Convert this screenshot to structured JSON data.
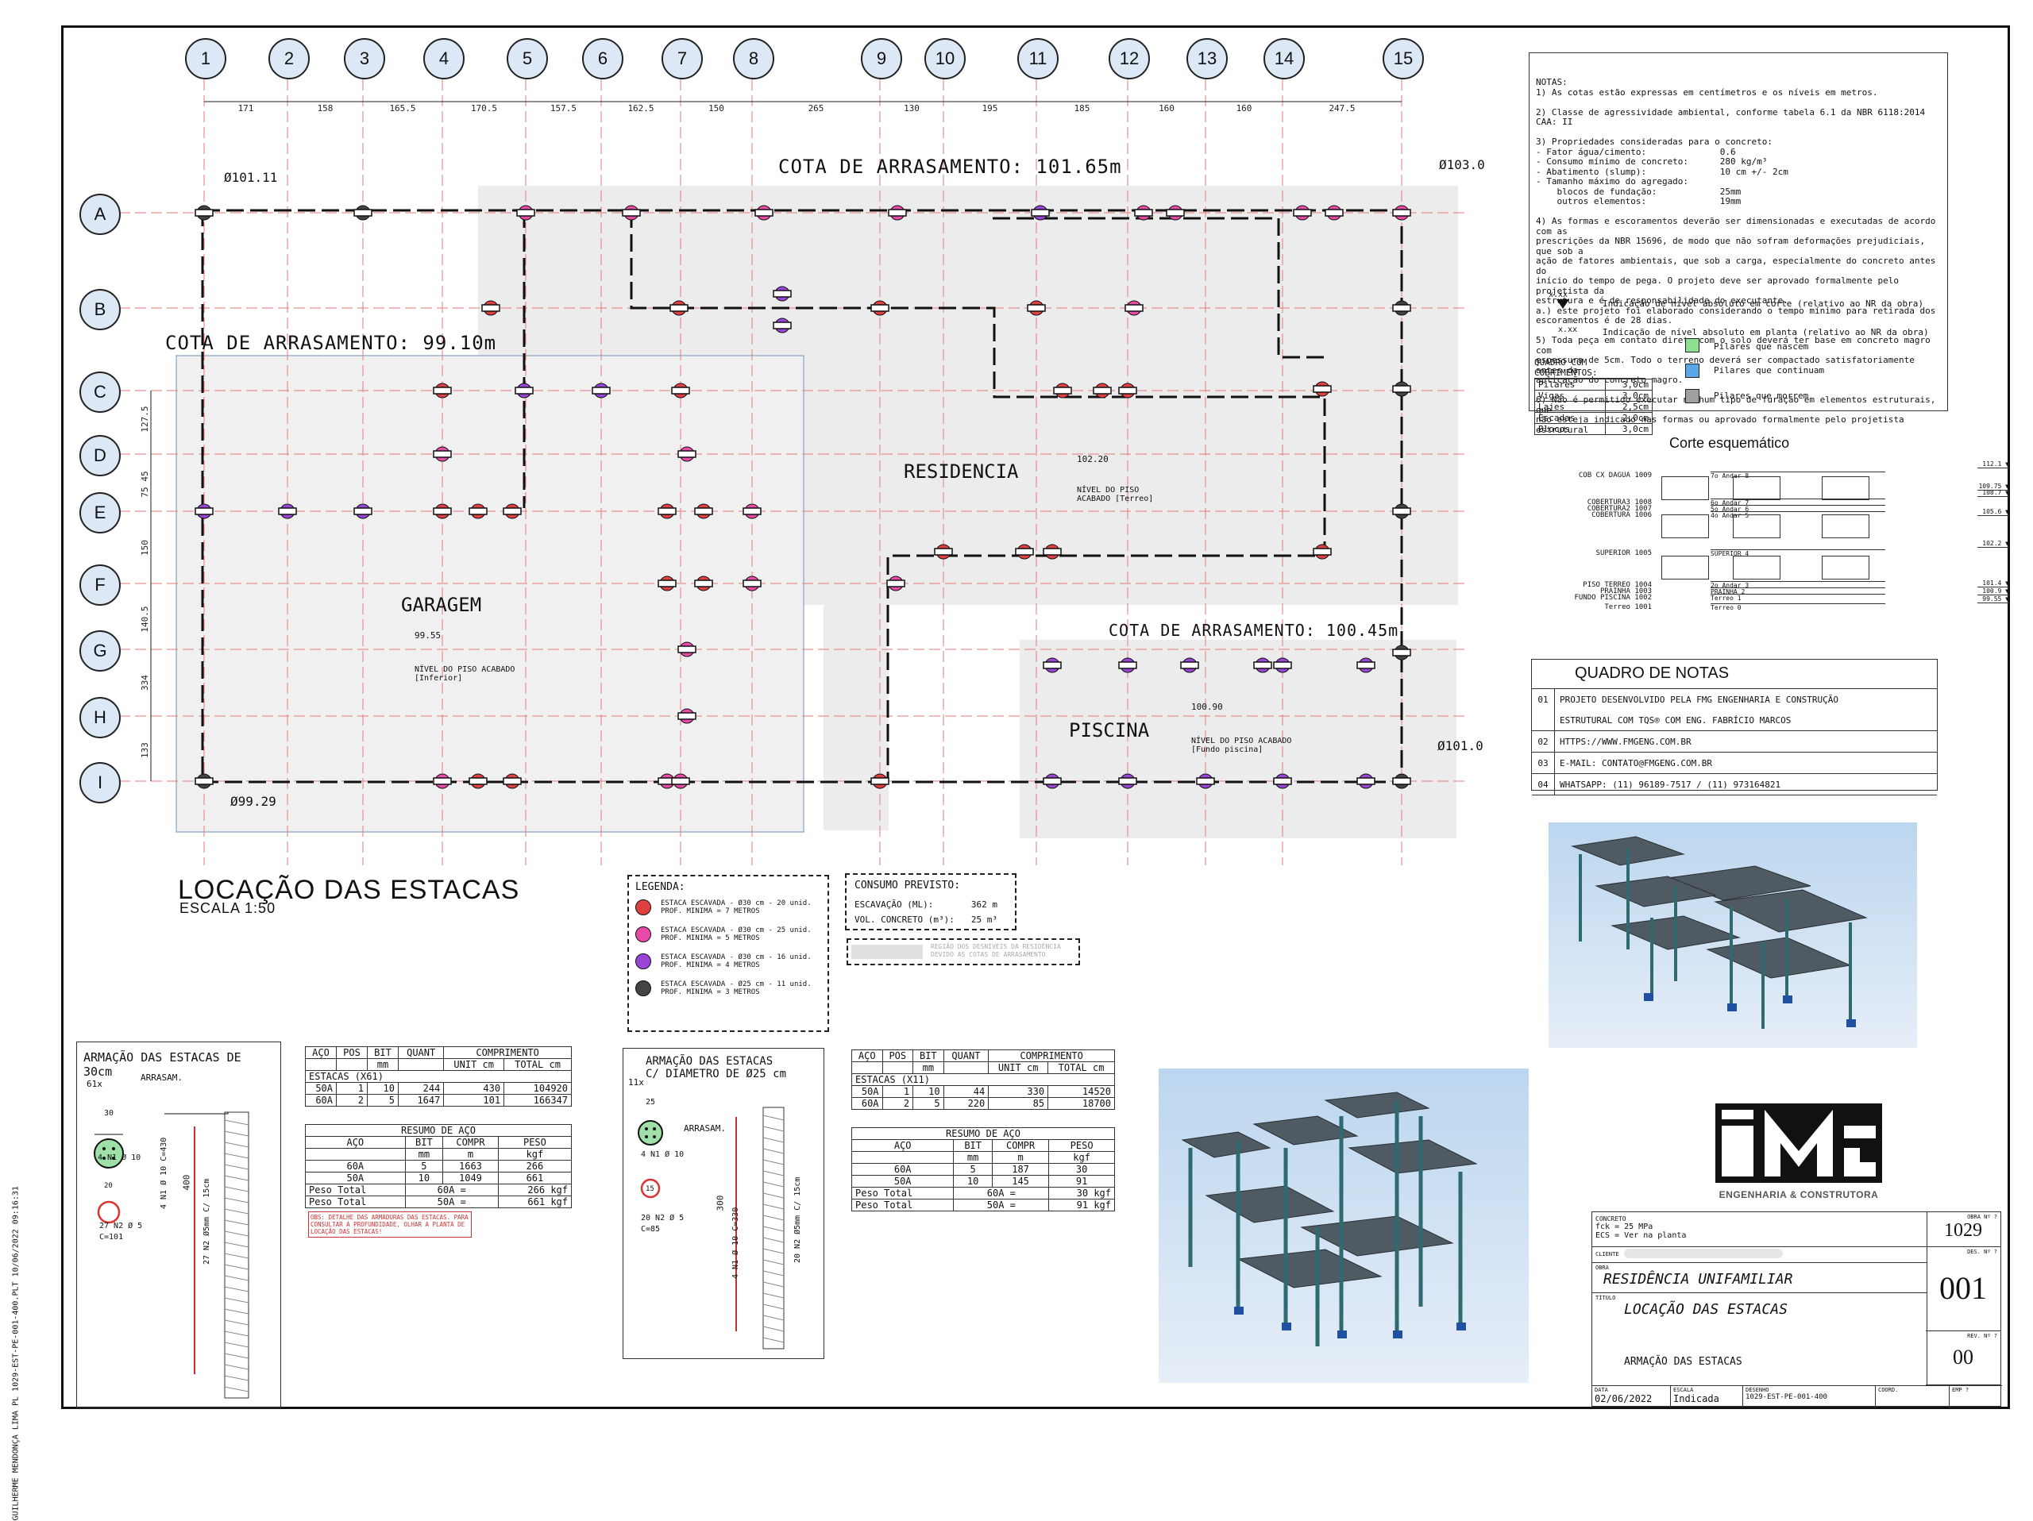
{
  "side_text": "GUILHERME MENDONÇA LIMA PL 1029-EST-PE-001-400.PLT 10/06/2022 09:16:31",
  "columns": [
    "1",
    "2",
    "3",
    "4",
    "5",
    "6",
    "7",
    "8",
    "9",
    "10",
    "11",
    "12",
    "13",
    "14",
    "15"
  ],
  "rows": [
    "A",
    "B",
    "C",
    "D",
    "E",
    "F",
    "G",
    "H",
    "I"
  ],
  "dimensions_top": [
    "171",
    "158",
    "165.5",
    "170.5",
    "157.5",
    "162.5",
    "150",
    "265",
    "130",
    "195",
    "185",
    "160",
    "160",
    "247.5"
  ],
  "dimensions_left": [
    "127.5",
    "45",
    "75",
    "150",
    "140.5",
    "334",
    "133"
  ],
  "cota_residencia": "COTA DE ARRASAMENTO: 101.65m",
  "cota_garagem": "COTA DE ARRASAMENTO: 99.10m",
  "cota_piscina": "COTA DE ARRASAMENTO: 100.45m",
  "level_tl": "Ø101.11",
  "level_tr": "Ø103.0",
  "level_bl": "Ø99.29",
  "level_br": "Ø101.0",
  "area_residencia": "RESIDENCIA",
  "area_garagem": "GARAGEM",
  "area_piscina": "PISCINA",
  "nivel_res_value": "102.20",
  "nivel_res_text": "NÍVEL DO PISO ACABADO [Terreo]",
  "nivel_gar_value": "99.55",
  "nivel_gar_text": "NÍVEL DO PISO ACABADO [Inferior]",
  "nivel_pis_value": "100.90",
  "nivel_pis_text": "NÍVEL DO PISO ACABADO [Fundo piscina]",
  "main_title": "LOCAÇÃO DAS ESTACAS",
  "main_scale": "ESCALA 1:50",
  "notes": "NOTAS:\n1) As cotas estão expressas em centímetros e os níveis em metros.\n\n2) Classe de agressividade ambiental, conforme tabela 6.1 da NBR 6118:2014 CAA: II\n\n3) Propriedades consideradas para o concreto:\n- Fator água/cimento:              0.6\n- Consumo mínimo de concreto:      280 kg/m³\n- Abatimento (slump):              10 cm +/- 2cm\n- Tamanho máximo do agregado:\n    blocos de fundação:            25mm\n    outros elementos:              19mm\n\n4) As formas e escoramentos deverão ser dimensionadas e executadas de acordo com as\nprescrições da NBR 15696, de modo que não sofram deformações prejudiciais, que sob a\nação de fatores ambientais, que sob a carga, especialmente do concreto antes do\ninício do tempo de pega. O projeto deve ser aprovado formalmente pelo projetista da\nestrutura e é de responsabilidade do executante.\na.) este projeto foi elaborado considerando o tempo mínimo para retirada dos\nescoramentos é de 28 dias.\n\n5) Toda peça em contato direto com o solo deverá ter base em concreto magro com\nespessura de 5cm. Todo o terreno deverá ser compactado satisfatoriamente antes da\naplicação do concreto magro.\n\n6) Não é permitido executar nenhum tipo de furação em elementos estruturais, que\nnão esteja indicado nas formas ou aprovado formalmente pelo projetista estrutural",
  "legend_level_corte": "Indicação de nível absoluto em corte (relativo ao NR da obra)",
  "legend_level_planta": "Indicação de nível absoluto em planta (relativo ao NR da obra)",
  "legend_xx": "x.xx",
  "cobrimentos_title": "QUADRO COM COBRIMENTOS:",
  "cobrimentos": [
    [
      "Pilares",
      "3,0cm"
    ],
    [
      "Vigas",
      "3,0cm"
    ],
    [
      "Lajes",
      "2,5cm"
    ],
    [
      "Escadas",
      "2,0cm"
    ],
    [
      "Blocos",
      "3,0cm"
    ]
  ],
  "pilares_nascem": "Pilares que nascem",
  "pilares_continuam": "Pilares que continuam",
  "pilares_morrem": "Pilares que morrem",
  "color_nascem": "#8ee08e",
  "color_continuam": "#5aa9e6",
  "color_morrem": "#a0a0a0",
  "corte_title": "Corte esquemático",
  "corte_levels": [
    {
      "label": "COB CX DAGUA",
      "code": "1009",
      "floor": "7o Andar",
      "n": "8"
    },
    {
      "label": "COBERTURA3",
      "code": "1008",
      "floor": "6o Andar",
      "n": "7"
    },
    {
      "label": "COBERTURA2",
      "code": "1007",
      "floor": "5o Andar",
      "n": "6"
    },
    {
      "label": "COBERTURA",
      "code": "1006",
      "floor": "4o Andar",
      "n": "5"
    },
    {
      "label": "SUPERIOR",
      "code": "1005",
      "floor": "SUPERIOR",
      "n": "4"
    },
    {
      "label": "PISO TERREO",
      "code": "1004",
      "floor": "2o Andar",
      "n": "3"
    },
    {
      "label": "PRAINHA",
      "code": "1003",
      "floor": "PRAINHA",
      "n": "2"
    },
    {
      "label": "FUNDO PISCINA",
      "code": "1002",
      "floor": "Terreo",
      "n": "1"
    },
    {
      "label": "Terreo",
      "code": "1001",
      "floor": "Terreo",
      "n": "0"
    }
  ],
  "corte_right_levels": [
    "112.1",
    "109.75",
    "108.7",
    "105.6",
    "102.2",
    "101.4",
    "100.9",
    "99.55"
  ],
  "quadro_notas_title": "QUADRO DE NOTAS",
  "quadro_notas": [
    {
      "n": "01",
      "text": "PROJETO DESENVOLVIDO PELA FMG ENGENHARIA E CONSTRUÇÃO"
    },
    {
      "n": "",
      "text": "ESTRUTURAL COM TQS® COM ENG. FABRÍCIO MARCOS"
    },
    {
      "n": "02",
      "text": "HTTPS://WWW.FMGENG.COM.BR"
    },
    {
      "n": "03",
      "text": "E-MAIL: CONTATO@FMGENG.COM.BR"
    },
    {
      "n": "04",
      "text": "WHATSAPP: (11) 96189-7517 / (11) 973164821"
    }
  ],
  "legenda_title": "LEGENDA:",
  "legenda_items": [
    {
      "text": "ESTACA ESCAVADA - Ø30 cm - 20 unid.",
      "sub": "PROF. MINIMA = 7 METROS",
      "color": "#e04040"
    },
    {
      "text": "ESTACA ESCAVADA - Ø30 cm - 25 unid.",
      "sub": "PROF. MINIMA = 5 METROS",
      "color": "#e94aa8"
    },
    {
      "text": "ESTACA ESCAVADA - Ø30 cm - 16 unid.",
      "sub": "PROF. MINIMA = 4 METROS",
      "color": "#9a44d8"
    },
    {
      "text": "ESTACA ESCAVADA - Ø25 cm - 11 unid.",
      "sub": "PROF. MINIMA = 3 METROS",
      "color": "#444444"
    }
  ],
  "consumo_title": "CONSUMO PREVISTO:",
  "consumo_escav_label": "ESCAVAÇÃO (ML):",
  "consumo_escav_value": "362 m",
  "consumo_vol_label": "VOL. CONCRETO (m³):",
  "consumo_vol_value": "25 m³",
  "regiao_text": "REGIÃO DOS DESNÍVEIS DA RESIDÊNCIA",
  "regiao_text2": "DEVIDO AS COTAS DE ARRASAMENTO",
  "arm30_title": "ARMAÇÃO DAS ESTACAS DE 30cm",
  "arm30_qty": "61x",
  "arm30_arrasam": "ARRASAM.",
  "arm30_dim": "30",
  "arm30_n1": "4 N1 Ø 10",
  "arm30_n2": "27 N2 Ø 5",
  "arm30_c": "C=101",
  "arm30_n2_dim": "20",
  "arm30_len": "400",
  "arm30_vert1": "4 N1 Ø 10 C=430",
  "arm30_vert2": "27 N2 Ø5mm C/ 15cm",
  "arm25_title": "ARMAÇÃO DAS ESTACAS",
  "arm25_title2": "C/ DIAMETRO DE Ø25 cm",
  "arm25_qty": "11x",
  "arm25_arrasam": "ARRASAM.",
  "arm25_dim": "25",
  "arm25_n1": "4 N1 Ø 10",
  "arm25_n2": "20 N2 Ø 5",
  "arm25_c": "C=85",
  "arm25_n2_dim": "15",
  "arm25_len": "300",
  "arm25_vert1": "4 N1 Ø 10 C=330",
  "arm25_vert2": "20 N2 Ø5mm C/ 15cm",
  "table1_head": [
    "AÇO",
    "POS",
    "BIT",
    "QUANT",
    "COMPRIMENTO"
  ],
  "table1_sub": [
    "",
    "",
    "mm",
    "",
    "UNIT cm",
    "TOTAL cm"
  ],
  "table1_group": "ESTACAS   (X61)",
  "table1_rows": [
    [
      "50A",
      "1",
      "10",
      "244",
      "430",
      "104920"
    ],
    [
      "60A",
      "2",
      "5",
      "1647",
      "101",
      "166347"
    ]
  ],
  "resumo1_title": "RESUMO DE AÇO",
  "resumo1_head": [
    "AÇO",
    "BIT",
    "COMPR",
    "PESO"
  ],
  "resumo1_units": [
    "",
    "mm",
    "m",
    "kgf"
  ],
  "resumo1_rows": [
    [
      "60A",
      "5",
      "1663",
      "266"
    ],
    [
      "50A",
      "10",
      "1049",
      "661"
    ]
  ],
  "resumo1_totals": [
    [
      "Peso Total",
      "60A =",
      "266 kgf"
    ],
    [
      "Peso Total",
      "50A =",
      "661 kgf"
    ]
  ],
  "obs_text": "OBS: DETALHE DAS ARMADURAS DAS ESTACAS. PARA CONSULTAR A PROFUNDIDADE, OLHAR A PLANTA DE LOCAÇÃO DAS ESTACAS!",
  "table2_group": "ESTACAS   (X11)",
  "table2_rows": [
    [
      "50A",
      "1",
      "10",
      "44",
      "330",
      "14520"
    ],
    [
      "60A",
      "2",
      "5",
      "220",
      "85",
      "18700"
    ]
  ],
  "resumo2_rows": [
    [
      "60A",
      "5",
      "187",
      "30"
    ],
    [
      "50A",
      "10",
      "145",
      "91"
    ]
  ],
  "resumo2_totals": [
    [
      "Peso Total",
      "60A =",
      "30 kgf"
    ],
    [
      "Peso Total",
      "50A =",
      "91 kgf"
    ]
  ],
  "logo_text": "ENGENHARIA & CONSTRUTORA",
  "concreto_label": "CONCRETO",
  "fck": "fck = 25   MPa",
  "ecs": "ECS = Ver na planta",
  "cliente_label": "CLIENTE",
  "obra_label": "OBRA",
  "obra": "RESIDÊNCIA UNIFAMILIAR",
  "titulo_label": "TÍTULO",
  "titulo": "LOCAÇÃO DAS ESTACAS",
  "subtitulo": "ARMAÇÃO DAS ESTACAS",
  "obra_n_label": "OBRA Nº ?",
  "obra_n": "1029",
  "des_n_label": "DES. Nº ?",
  "des_n": "001",
  "rev_label": "REV. Nº ?",
  "rev": "00",
  "data_label": "DATA",
  "data": "02/06/2022",
  "escala_label": "ESCALA",
  "escala": "Indicada",
  "desenho_label": "DESENHO",
  "desenho": "1029-EST-PE-001-400",
  "coord_label": "COORD.",
  "emp_label": "EMP ?"
}
